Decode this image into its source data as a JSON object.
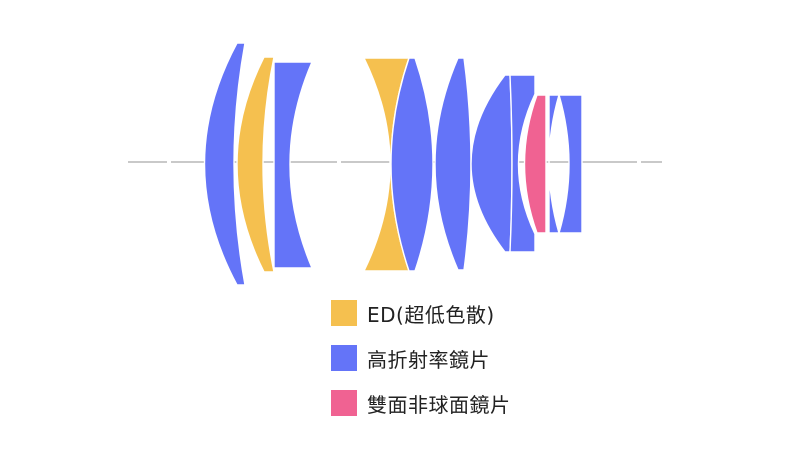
{
  "colors": {
    "ed": "#F5C04F",
    "high_index": "#6474F8",
    "aspherical": "#F06292",
    "optical_axis": "#a9a9a9",
    "lens_edge": "#ffffff"
  },
  "legend": [
    {
      "key": "ed",
      "label": "ED(超低色散)",
      "color": "#F5C04F"
    },
    {
      "key": "high_index",
      "label": "高折射率鏡片",
      "color": "#6474F8"
    },
    {
      "key": "aspherical",
      "label": "雙面非球面鏡片",
      "color": "#F06292"
    }
  ]
}
